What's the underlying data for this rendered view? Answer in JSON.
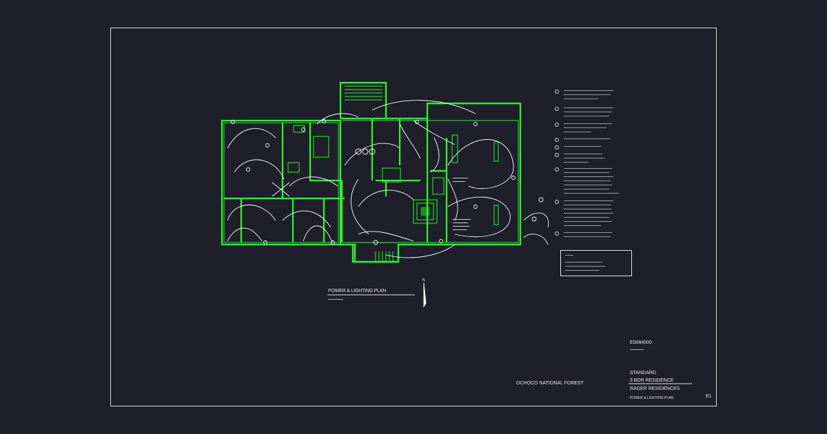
{
  "drawing": {
    "plan_title": "POWER & LIGHTING PLAN",
    "north_label": "N"
  },
  "title_block": {
    "drawing_number": "E0084000",
    "forest": "OCHOCO NATIONAL FOREST",
    "project_line1": "STANDARD",
    "project_line2": "3 BDR RESIDENCE",
    "project_line3": "RAGER RESIDENCES",
    "sheet_title": "POWER & LIGHTING PLAN",
    "sheet_number": "E1"
  },
  "colors": {
    "background": "#1f1f2b",
    "walls": "#19ff1e",
    "wiring": "#ffffff",
    "frame": "#d9d9d9"
  }
}
